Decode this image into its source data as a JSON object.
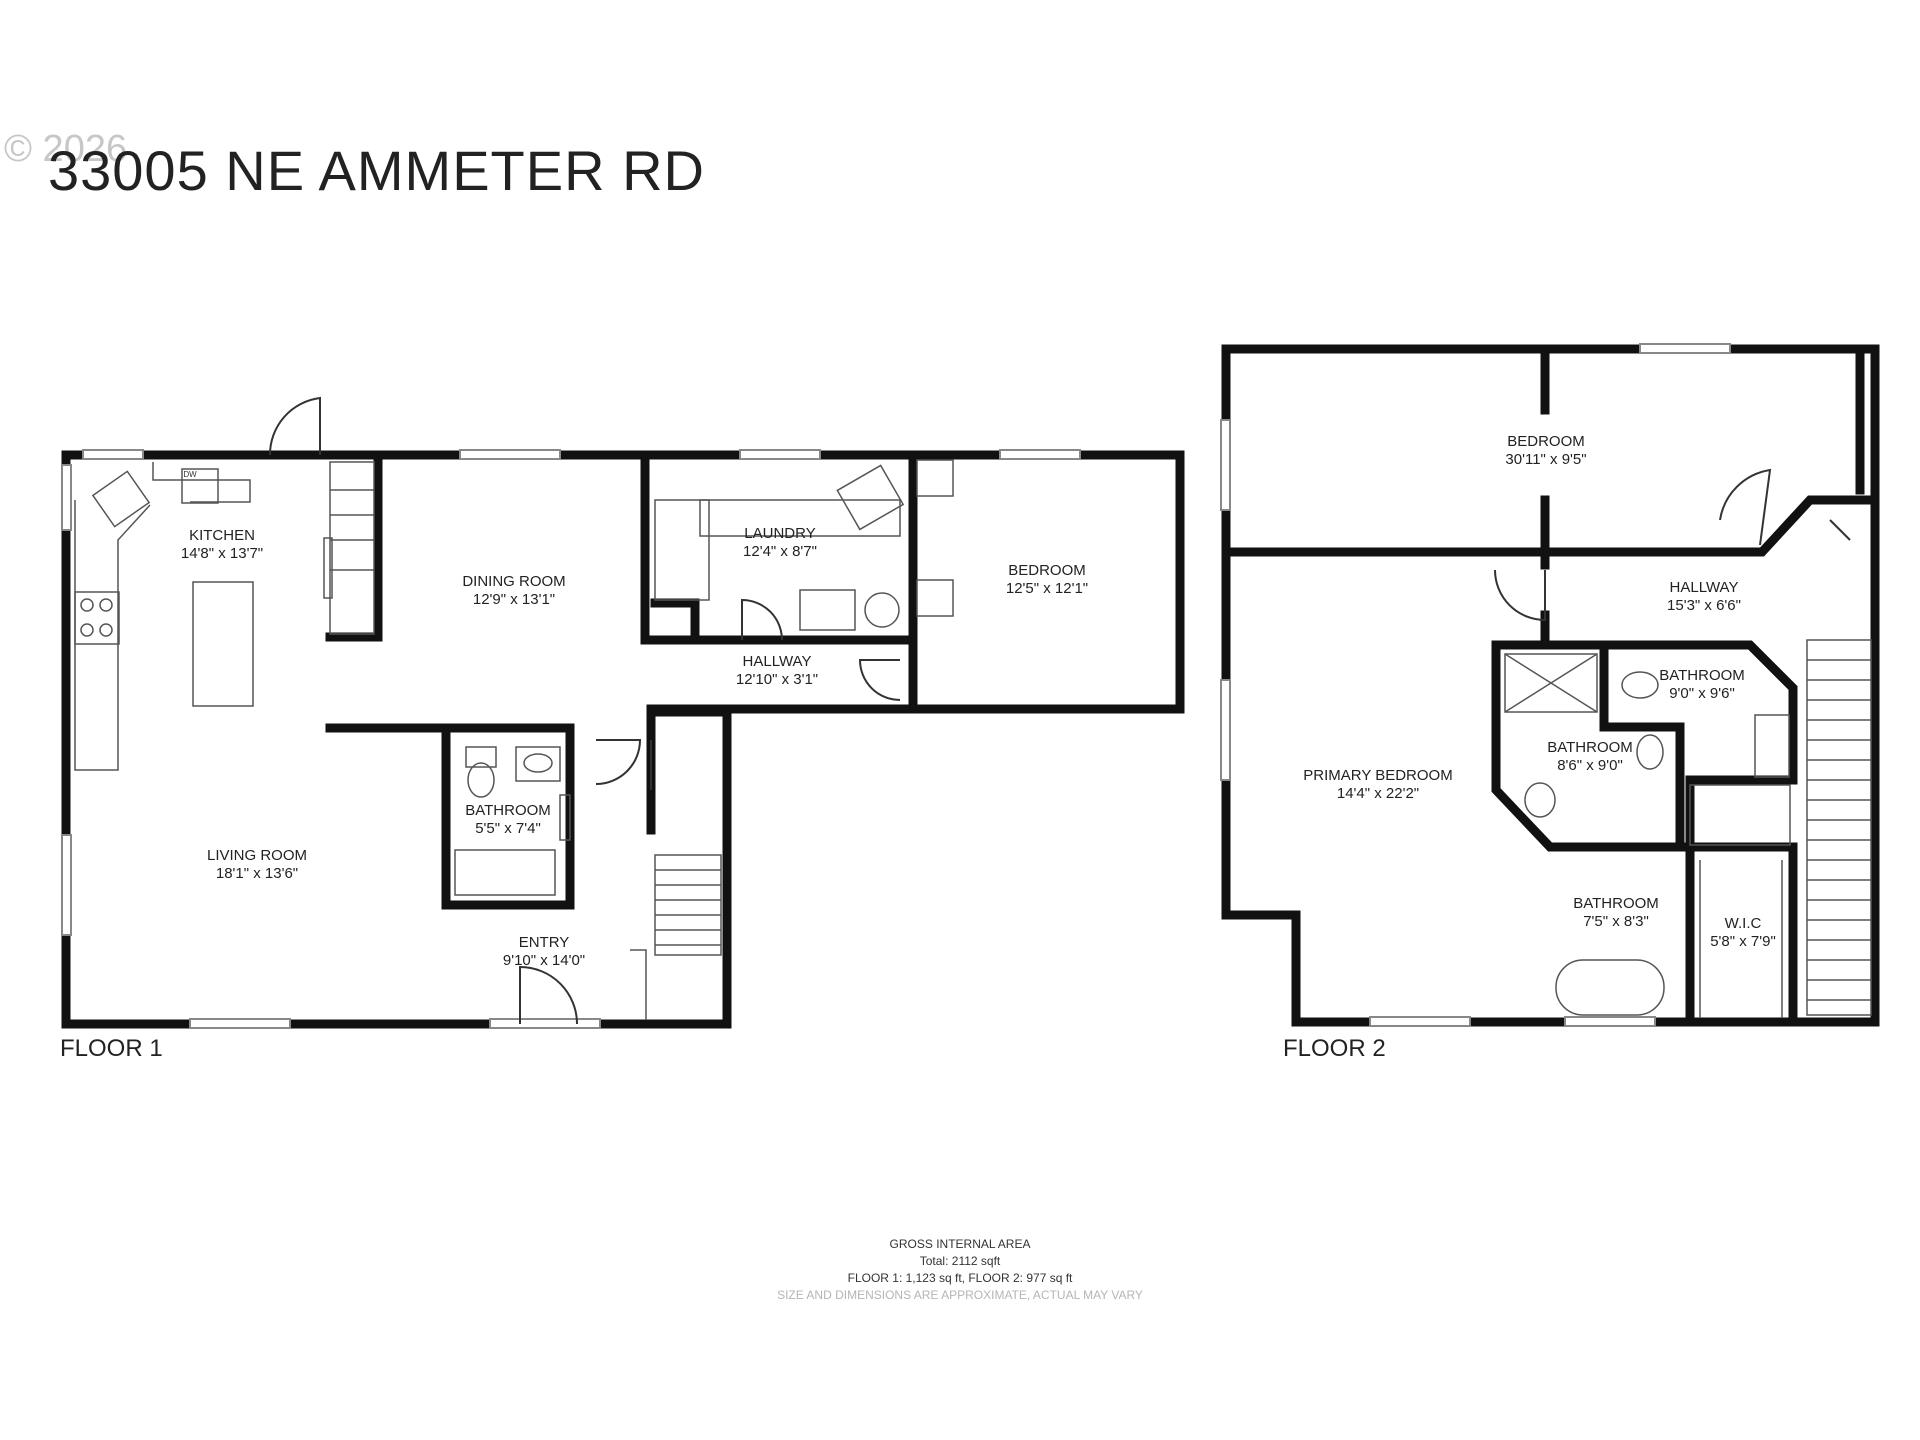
{
  "header": {
    "address": "33005 NE AMMETER RD",
    "copyright": "© 2026"
  },
  "floor1": {
    "label": "FLOOR 1",
    "rooms": [
      {
        "name": "KITCHEN",
        "dims": "14'8\" x 13'7\""
      },
      {
        "name": "DINING ROOM",
        "dims": "12'9\" x 13'1\""
      },
      {
        "name": "LAUNDRY",
        "dims": "12'4\" x 8'7\""
      },
      {
        "name": "BEDROOM",
        "dims": "12'5\" x 12'1\""
      },
      {
        "name": "HALLWAY",
        "dims": "12'10\" x 3'1\""
      },
      {
        "name": "BATHROOM",
        "dims": "5'5\" x 7'4\""
      },
      {
        "name": "LIVING ROOM",
        "dims": "18'1\" x 13'6\""
      },
      {
        "name": "ENTRY",
        "dims": "9'10\" x 14'0\""
      }
    ],
    "appliance_label": "DW"
  },
  "floor2": {
    "label": "FLOOR 2",
    "rooms": [
      {
        "name": "BEDROOM",
        "dims": "30'11\" x 9'5\""
      },
      {
        "name": "HALLWAY",
        "dims": "15'3\" x 6'6\""
      },
      {
        "name": "BATHROOM",
        "dims": "9'0\" x 9'6\""
      },
      {
        "name": "BATHROOM",
        "dims": "8'6\" x 9'0\""
      },
      {
        "name": "PRIMARY BEDROOM",
        "dims": "14'4\" x 22'2\""
      },
      {
        "name": "BATHROOM",
        "dims": "7'5\" x 8'3\""
      },
      {
        "name": "W.I.C",
        "dims": "5'8\" x 7'9\""
      }
    ]
  },
  "footer": {
    "heading": "GROSS INTERNAL AREA",
    "total": "Total: 2112 sqft",
    "breakdown": "FLOOR 1: 1,123 sq ft, FLOOR 2: 977 sq ft",
    "disclaimer": "SIZE AND DIMENSIONS ARE APPROXIMATE, ACTUAL MAY VARY"
  },
  "colors": {
    "wall": "#111111",
    "fixture": "#555555",
    "window": "#888888",
    "disclaimer": "#b5b5b5"
  }
}
